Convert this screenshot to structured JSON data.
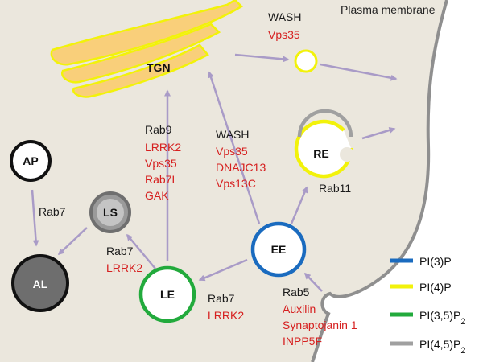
{
  "membrane_label": "Plasma membrane",
  "compartments": {
    "tgn": "TGN",
    "ap": "AP",
    "ls": "LS",
    "al": "AL",
    "le": "LE",
    "ee": "EE",
    "re": "RE"
  },
  "regulators": {
    "wash_top": {
      "black": [
        "WASH"
      ],
      "red": [
        "Vps35"
      ]
    },
    "le_to_tgn": {
      "black": [
        "Rab9"
      ],
      "red": [
        "LRRK2",
        "Vps35",
        "Rab7L",
        "GAK"
      ]
    },
    "ee_to_tgn": {
      "black": [
        "WASH"
      ],
      "red": [
        "Vps35",
        "DNAJC13",
        "Vps13C"
      ]
    },
    "ap_to_al": {
      "black": [
        "Rab7"
      ],
      "red": []
    },
    "le_to_ls": {
      "black": [
        "Rab7"
      ],
      "red": [
        "LRRK2"
      ]
    },
    "ee_to_le": {
      "black": [
        "Rab7"
      ],
      "red": [
        "LRRK2"
      ]
    },
    "re": {
      "black": [
        "Rab11"
      ],
      "red": []
    },
    "endocytosis": {
      "black": [
        "Rab5"
      ],
      "red": [
        "Auxilin",
        "Synaptojanin 1",
        "INPP5F"
      ]
    }
  },
  "legend": [
    {
      "label": "PI(3)P",
      "sub": "",
      "color": "#1a6bbf"
    },
    {
      "label": "PI(4)P",
      "sub": "",
      "color": "#f2f20a"
    },
    {
      "label": "PI(3,5)P",
      "sub": "2",
      "color": "#22aa3c"
    },
    {
      "label": "PI(4,5)P",
      "sub": "2",
      "color": "#a0a0a0"
    }
  ],
  "colors": {
    "cytoplasm": "#ebe7dd",
    "membrane": "#8f8f8f",
    "golgi": "#f9cf7a",
    "arrow": "#a99bc7",
    "regulator_red": "#d62020"
  }
}
